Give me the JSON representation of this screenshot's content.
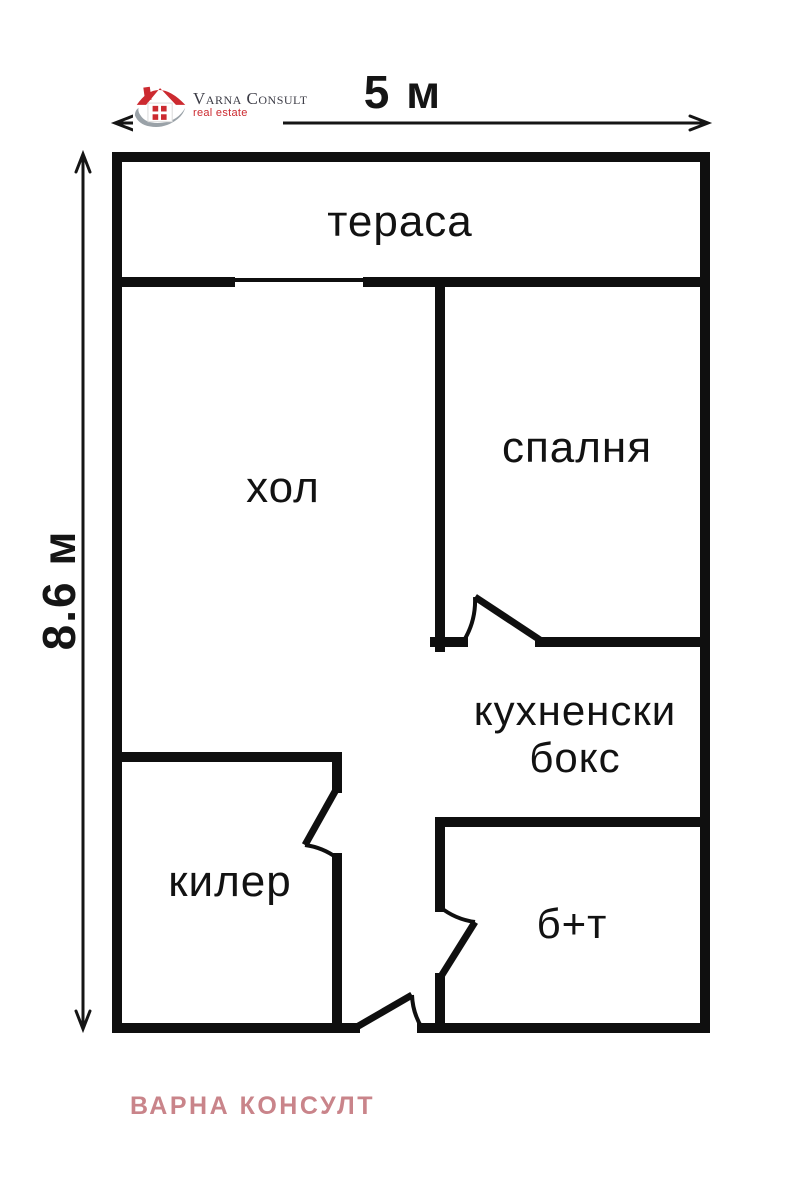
{
  "logo": {
    "name": "Varna Consult",
    "tagline": "real estate"
  },
  "dimensions": {
    "width_label": "5 м",
    "height_label": "8.6 м"
  },
  "rooms": {
    "terrace": "тераса",
    "hall": "хол",
    "bedroom": "спалня",
    "kitchen_line1": "кухненски",
    "kitchen_line2": "бокс",
    "closet": "килер",
    "bathroom": "б+т"
  },
  "footer": {
    "brand": "ВАРНА КОНСУЛТ"
  },
  "colors": {
    "wall": "#0f0f0f",
    "brand_red": "#cc2a30",
    "hand_gray": "#9aa2a8",
    "logo_text": "#3c3c46",
    "footer_pink": "#c9848a"
  }
}
